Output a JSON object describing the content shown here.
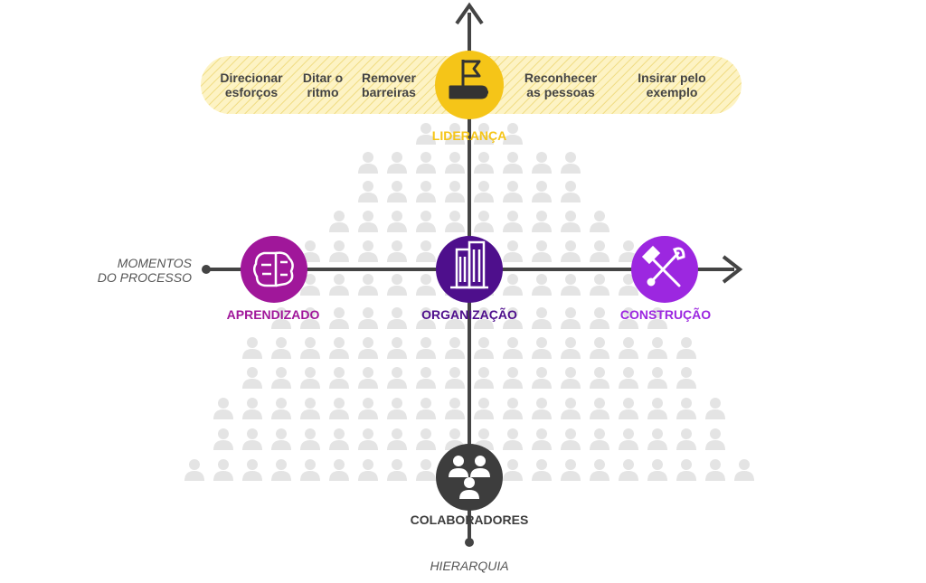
{
  "leadership_band": {
    "items": [
      {
        "line1": "Direcionar",
        "line2": "esforços"
      },
      {
        "line1": "Ditar o",
        "line2": "ritmo"
      },
      {
        "line1": "Remover",
        "line2": "barreiras"
      },
      {
        "line1": "Reconhecer",
        "line2": "as pessoas"
      },
      {
        "line1": "Insirar pelo",
        "line2": "exemplo"
      }
    ]
  },
  "nodes": {
    "lideranca": {
      "label": "LIDERANÇA",
      "color": "#f5c518",
      "icon": "flag-hand-icon"
    },
    "aprendizado": {
      "label": "APRENDIZADO",
      "color": "#a0179a",
      "icon": "brain-circuit-icon"
    },
    "organizacao": {
      "label": "ORGANIZAÇÃO",
      "color": "#4e0f8c",
      "icon": "building-icon"
    },
    "construcao": {
      "label": "CONSTRUÇÃO",
      "color": "#9c27e0",
      "icon": "tools-icon"
    },
    "colaboradores": {
      "label": "COLABORADORES",
      "color": "#3d3d3d",
      "icon": "people-group-icon"
    }
  },
  "axes": {
    "horizontal_label_line1": "MOMENTOS",
    "horizontal_label_line2": "DO PROCESSO",
    "vertical_label": "HIERARQUIA"
  },
  "colors": {
    "axis": "#444444",
    "band_fill": "#fdf3c4",
    "band_hatch": "#f0dc82",
    "person": "#e4e4e4"
  }
}
